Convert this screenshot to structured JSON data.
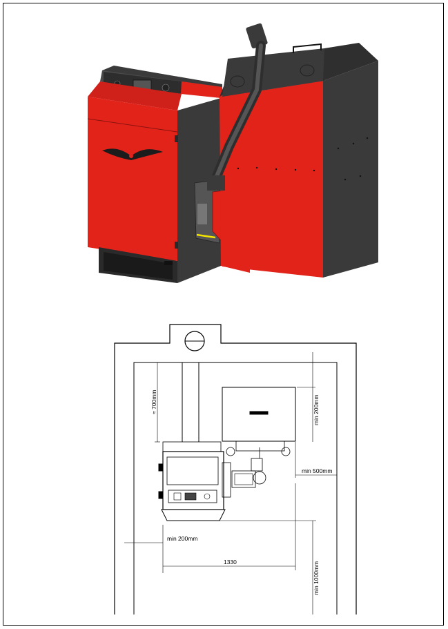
{
  "colors": {
    "boiler_red": "#e2231a",
    "boiler_dark": "#3a3a3a",
    "frame": "#000000",
    "accent_yellow": "#f2e400"
  },
  "icons": {
    "logo": "winged-logo-icon",
    "chimney": "chimney-circle-icon"
  },
  "plan": {
    "dim_top_left": "≈ 700mm",
    "dim_top_right": "min 200mm",
    "dim_right": "min 500mm",
    "dim_left": "min 200mm",
    "dim_width": "1330",
    "dim_bottom": "min 1000mm"
  }
}
